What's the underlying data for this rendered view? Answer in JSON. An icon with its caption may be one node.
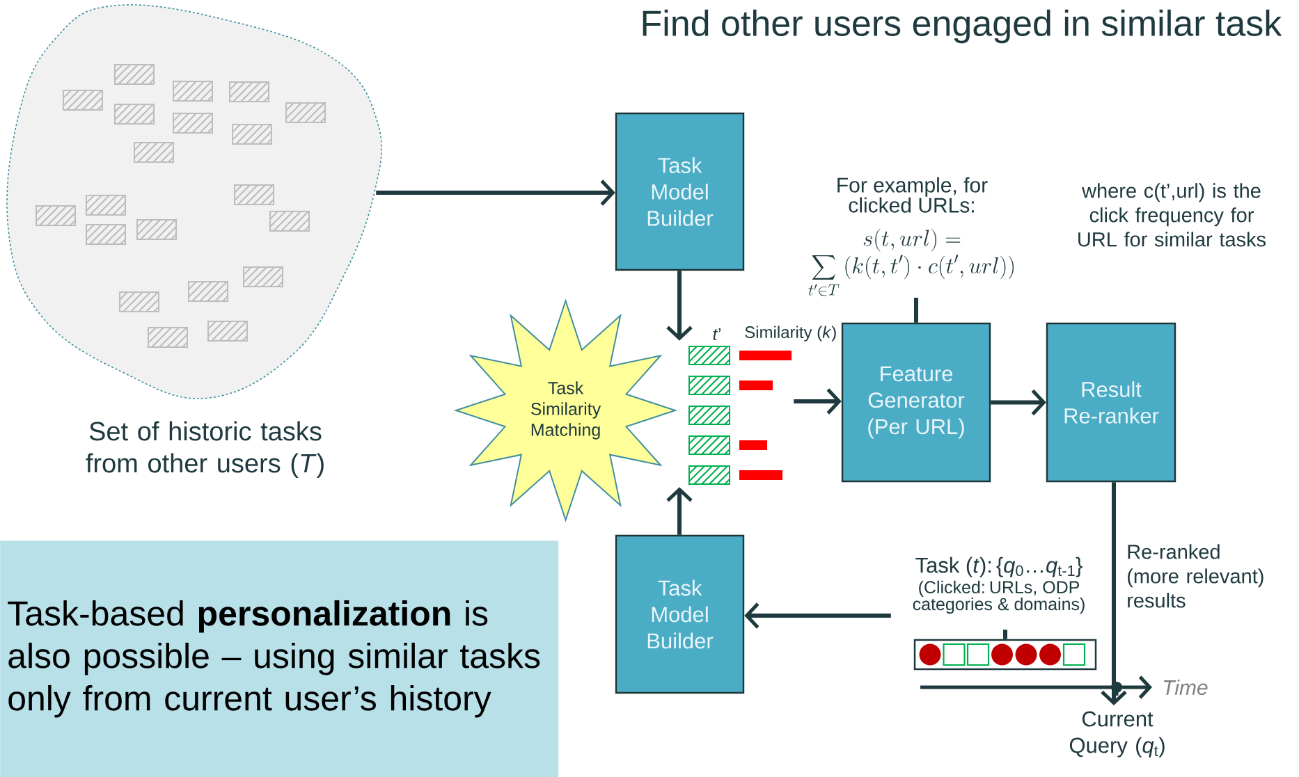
{
  "diagram": {
    "title": "Find other users engaged in similar task",
    "nodes": [
      {
        "text": [],
        "shape": "cloud",
        "beside": [
          "Set of historic tasks from other users (*T*)"
        ]
      },
      {
        "text": [
          "Task Model Builder"
        ]
      },
      {
        "text": [
          "Task Similarity Matching"
        ]
      },
      {
        "text": [
          "Feature Generator (Per URL)"
        ]
      },
      {
        "text": [
          "Result Re-ranker"
        ]
      },
      {
        "text": [
          "Task Model Builder"
        ]
      },
      {
        "text": [
          "Task (*t*): {*q*$_{0}$…*q*$_{t-1}$}",
          "(Clicked: URLs, ODP categories & domains)"
        ]
      },
      {
        "text": [
          "For example, for clicked URLs:",
          "s(t,url) =",
          "\\sum_{t'\\in T}\\left(k(t,t')\\cdot c(t',url)\\right)"
        ]
      },
      {
        "text": [],
        "shape": "bar"
      },
      {
        "text": [],
        "shape": "bar"
      },
      {
        "text": [
          "Current Query (*q*$_{t}$)"
        ]
      },
      {
        "text": [
          "Task-based **personalization** is also possible – using similar tasks only from current user’s history"
        ]
      }
    ],
    "edges": [
      {
        "from": 0,
        "to": 1,
        "arrow": "to"
      },
      {
        "from": 1,
        "to": 8,
        "arrow": "to"
      },
      {
        "from": 5,
        "to": 8,
        "arrow": "to"
      },
      {
        "from": 8,
        "to": 3,
        "arrow": "to"
      },
      {
        "from": 3,
        "to": 4,
        "arrow": "to"
      },
      {
        "from": 7,
        "to": 3,
        "arrow": "none"
      },
      {
        "from": 6,
        "to": 5,
        "arrow": "to"
      },
      {
        "from": 6,
        "to": 9,
        "arrow": "none"
      },
      {
        "from": 4,
        "to": 10,
        "arrow": "to",
        "label": "Re-ranked (more relevant) results"
      }
    ],
    "labels": [
      "*t*’",
      "Similarity (*k*)",
      "where c(t’,url) is the click frequency for URL for similar tasks",
      "Time"
    ]
  }
}
